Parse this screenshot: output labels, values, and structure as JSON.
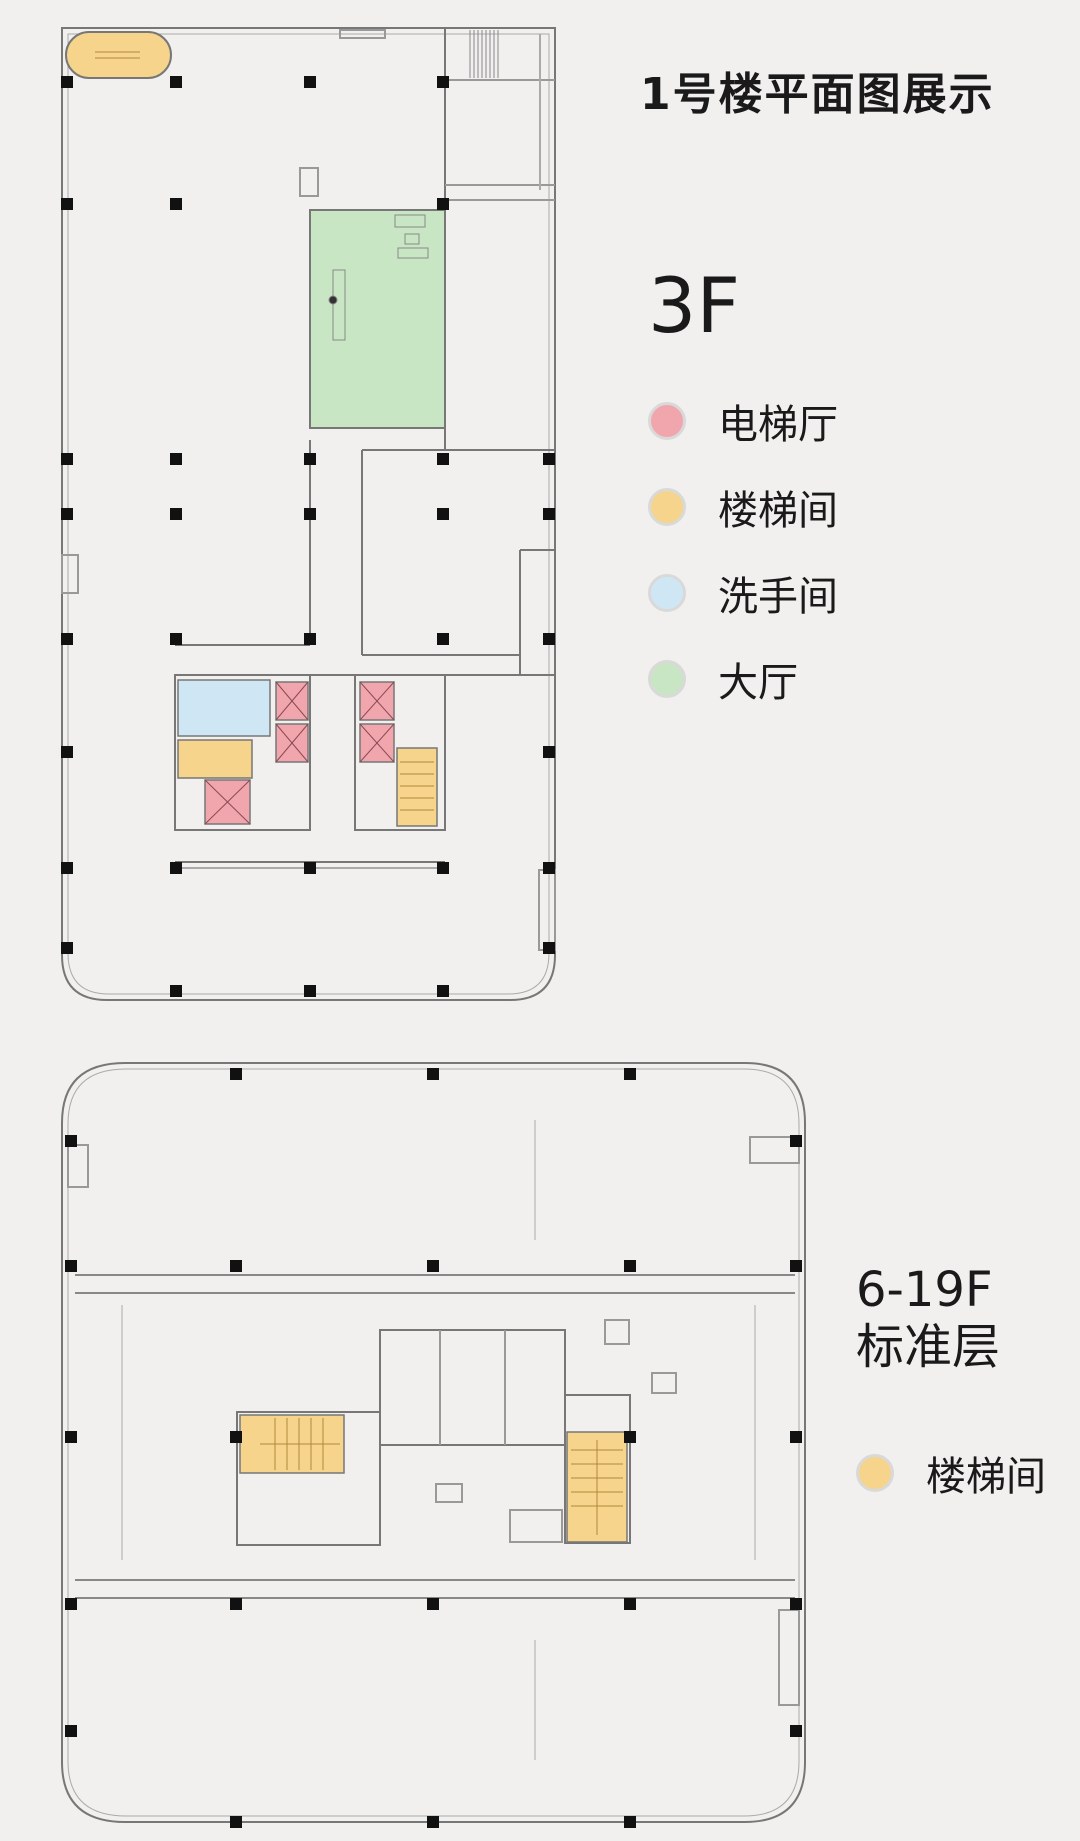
{
  "header": {
    "title": "1号楼平面图展示"
  },
  "floor3": {
    "label": "3F",
    "legend": [
      {
        "label": "电梯厅",
        "color": "#f1a6ae"
      },
      {
        "label": "楼梯间",
        "color": "#f6d48c"
      },
      {
        "label": "洗手间",
        "color": "#cfe7f5"
      },
      {
        "label": "大厅",
        "color": "#c8e6c3"
      }
    ]
  },
  "standard": {
    "floor_range": "6-19F",
    "floor_name": "标准层",
    "legend": [
      {
        "label": "楼梯间",
        "color": "#f6d48c"
      }
    ]
  },
  "colors": {
    "elevator": "#f1a6ae",
    "stair": "#f6d48c",
    "restroom": "#cfe7f5",
    "lobby": "#c8e6c3",
    "wall": "#777777",
    "column": "#111111",
    "background": "#f1f0ef"
  }
}
